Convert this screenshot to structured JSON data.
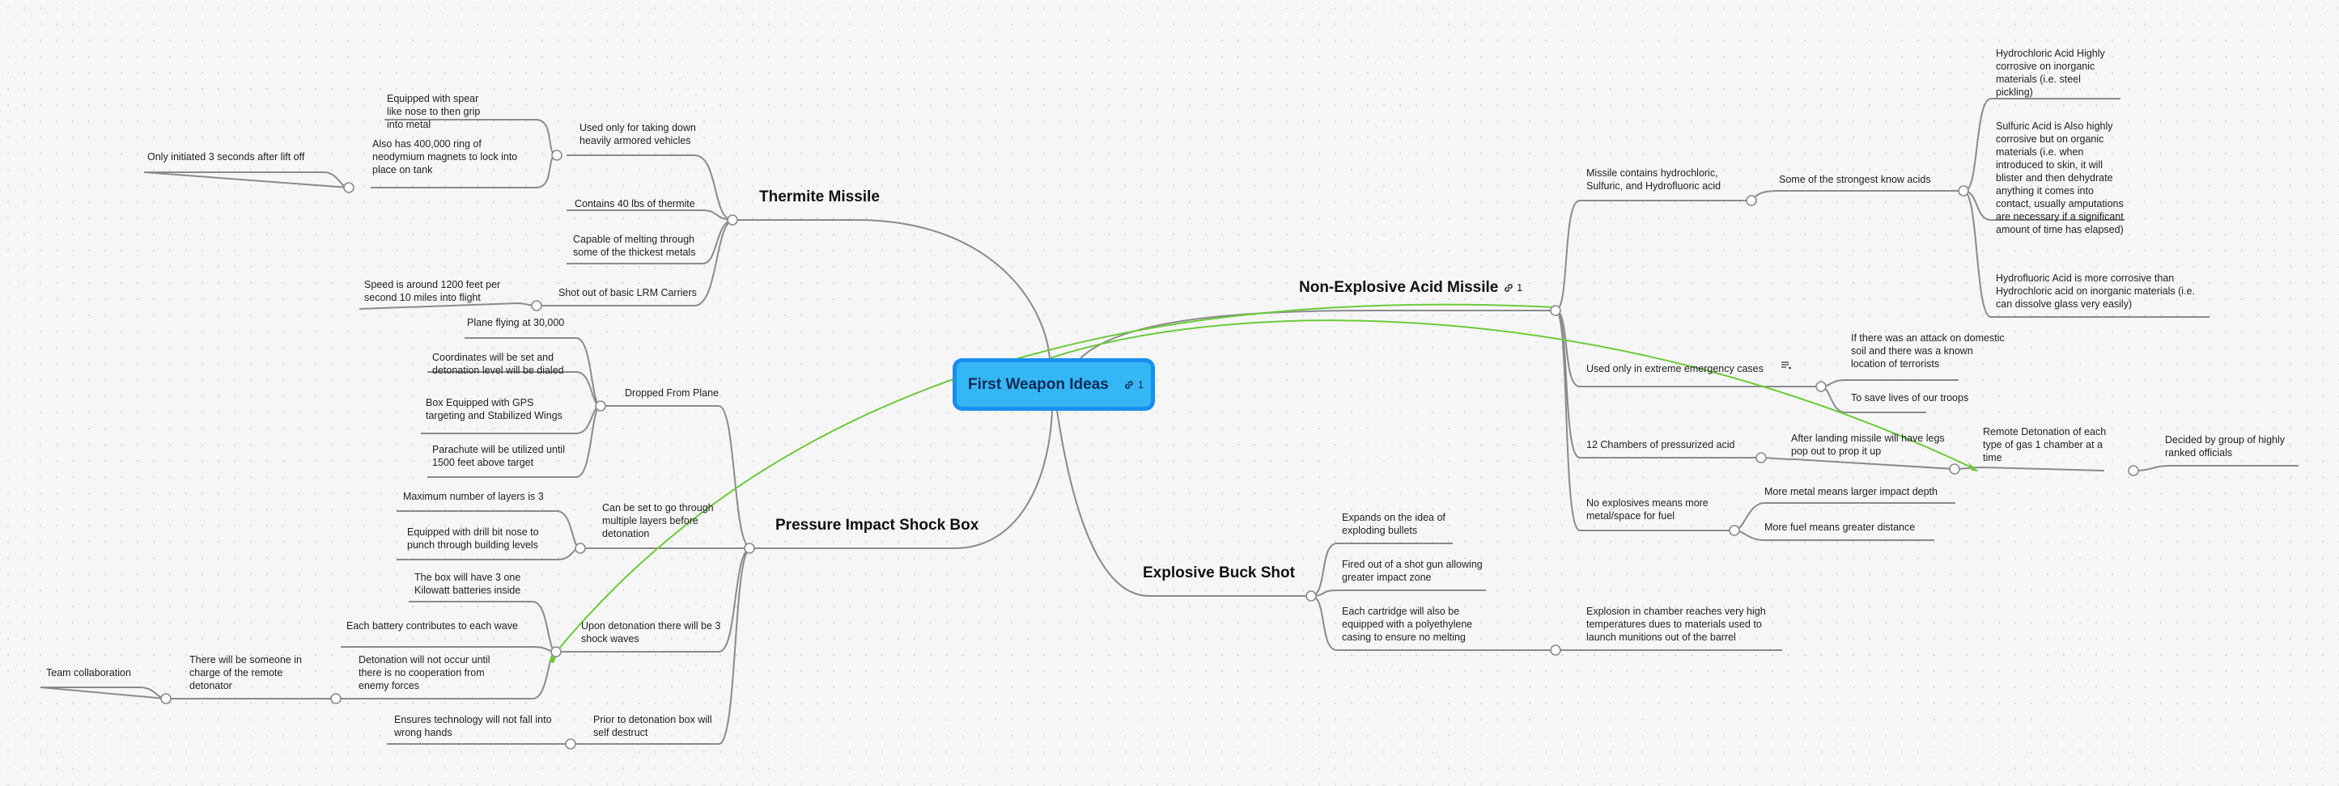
{
  "central": {
    "title": "First Weapon Ideas",
    "link_count": "1"
  },
  "colors": {
    "central_fill": "#36b7f5",
    "central_border": "#1a8ef0",
    "connector": "#8a8a8a",
    "relationship": "#6cc93a"
  },
  "branches": {
    "thermite": {
      "title": "Thermite Missile",
      "armored": "Used only for taking down heavily armored vehicles",
      "spear": "Equipped with spear like nose to then grip into metal",
      "magnets": "Also has 400,000 ring of neodymium magnets to lock into place on tank",
      "initiated": "Only initiated 3 seconds after lift off",
      "lbs": "Contains 40 lbs of thermite",
      "melting": "Capable of melting through some of the thickest metals",
      "lrm": "Shot out of basic LRM Carriers",
      "speed": "Speed is around 1200 feet per second 10 miles into flight"
    },
    "pressure": {
      "title": "Pressure Impact Shock Box",
      "dropped": "Dropped From Plane",
      "plane": "Plane flying at 30,000",
      "coords": "Coordinates will be set and detonation level will be dialed",
      "gps": "Box Equipped with GPS targeting and Stabilized Wings",
      "parachute": "Parachute will be utilized until 1500 feet above target",
      "layers": "Can be set to go through multiple layers before detonation",
      "max_layers": "Maximum number of layers is 3",
      "drill": "Equipped with drill bit nose to punch through building levels",
      "shock": "Upon detonation there will be 3 shock waves",
      "batteries": "The box will have 3 one Kilowatt batteries inside",
      "battery_each": "Each battery contributes to each wave",
      "cooperation": "Detonation will not occur until there is no cooperation from enemy forces",
      "someone": "There will be someone in charge of the remote detonator",
      "team": "Team collaboration",
      "self_destruct": "Prior to detonation box will self destruct",
      "ensures": "Ensures technology will not fall into wrong hands"
    },
    "acid": {
      "title": "Non-Explosive Acid Missile",
      "link_count": "1",
      "contains": "Missile contains hydrochloric, Sulfuric, and Hydrofluoric acid",
      "strongest": "Some of the strongest know acids",
      "hcl": "Hydrochloric Acid Highly corrosive on inorganic materials (i.e. steel pickling)",
      "sulfuric": "Sulfuric Acid is Also highly corrosive but on organic materials (i.e. when introduced to skin, it will blister and then dehydrate anything it comes into contact, usually amputations are necessary if a significant amount of time has elapsed)",
      "hf": "Hydrofluoric Acid is more corrosive than Hydrochloric acid on inorganic materials (i.e. can dissolve glass very easily)",
      "emergency": "Used only in extreme emergency cases",
      "domestic": "If there was an attack on domestic soil and there was a known location of terrorists",
      "troops": "To save lives of our troops",
      "chambers": "12 Chambers of pressurized acid",
      "legs": "After landing missile will have legs pop out to prop it up",
      "remote": "Remote Detonation of each type of gas 1 chamber at a time",
      "officials": "Decided by group of highly ranked officials",
      "no_explosives": "No explosives means more metal/space for fuel",
      "metal": "More metal means larger impact depth",
      "fuel": "More fuel means greater distance"
    },
    "buck": {
      "title": "Explosive Buck Shot",
      "expands": "Expands on the idea of exploding bullets",
      "shotgun": "Fired out of a shot gun allowing greater impact zone",
      "cartridge": "Each cartridge will also be equipped with a polyethylene casing to ensure no melting",
      "chamber": "Explosion in chamber reaches very high temperatures dues to materials used to launch munitions out of the barrel"
    }
  }
}
